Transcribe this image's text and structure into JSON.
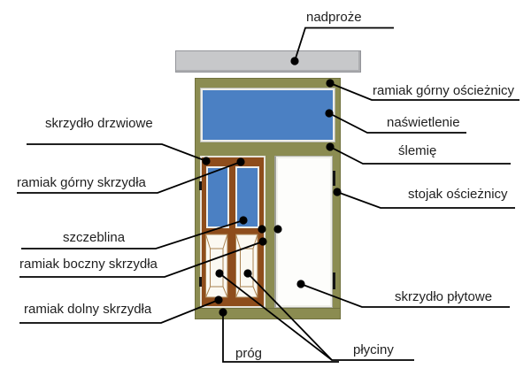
{
  "diagram": {
    "subject": "door construction diagram",
    "labels": {
      "nadproze": "nadproże",
      "ramiak_gorny_oscieznicy": "ramiak górny ościeżnicy",
      "naswietlenie": "naświetlenie",
      "slemie": "ślemię",
      "stojak_oscieznicy": "stojak ościeżnicy",
      "skrzydlo_plytowe": "skrzydło płytowe",
      "plyciny": "płyciny",
      "prog": "próg",
      "skrzydlo_drzwiowe": "skrzydło drzwiowe",
      "ramiak_gorny_skrzydla": "ramiak górny skrzydła",
      "szczeblina": "szczeblina",
      "ramiak_boczny_skrzydla": "ramiak boczny skrzydła",
      "ramiak_dolny_skrzydla": "ramiak dolny skrzydła"
    }
  },
  "colors": {
    "bg": "#ffffff",
    "line": "#000000",
    "text": "#1f1f1f",
    "lintel_fill": "#c7c8ca",
    "lintel_border": "#94959a",
    "frame_fill": "#8b8c51",
    "frame_border": "#70713f",
    "glass_blue": "#4b80c3",
    "glass_border": "#eeeeea",
    "leaf_brown": "#8e4d1c",
    "leaf_outline": "#e6e3da",
    "panel_fill": "#fbf9f2",
    "panel_line": "#aa8352",
    "flush_fill": "#fdfdfb",
    "flush_border": "#b0b1a8",
    "hinge": "#141414"
  }
}
